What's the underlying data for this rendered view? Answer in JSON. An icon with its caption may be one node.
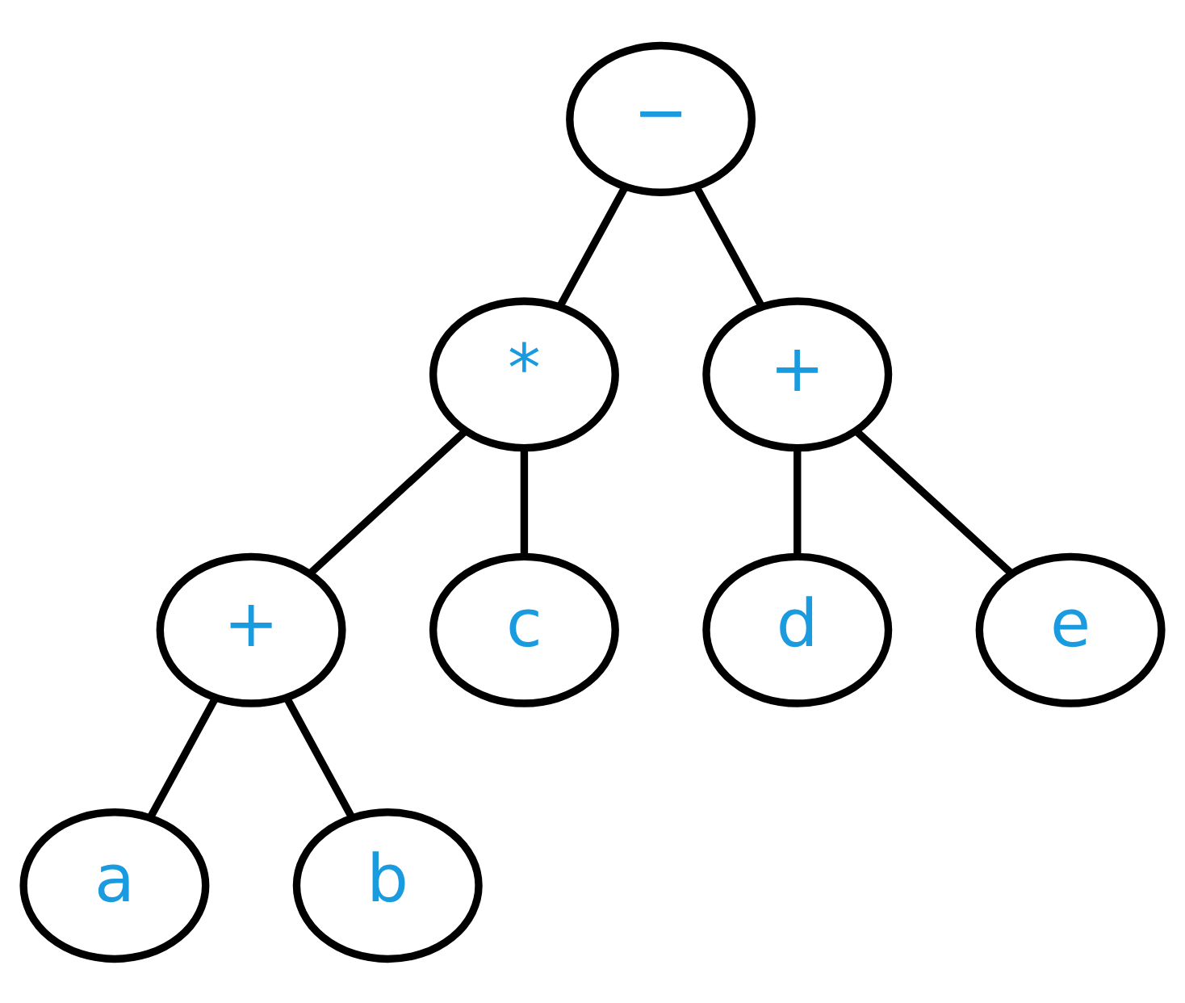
{
  "diagram": {
    "nodes": [
      {
        "text": [
          "−"
        ]
      },
      {
        "text": [
          "*"
        ]
      },
      {
        "text": [
          "+"
        ]
      },
      {
        "text": [
          "+"
        ]
      },
      {
        "text": [
          "c"
        ]
      },
      {
        "text": [
          "d"
        ]
      },
      {
        "text": [
          "e"
        ]
      },
      {
        "text": [
          "a"
        ]
      },
      {
        "text": [
          "b"
        ]
      }
    ],
    "edges": [
      {
        "from": 0,
        "to": 1,
        "arrow": "none"
      },
      {
        "from": 0,
        "to": 2,
        "arrow": "none"
      },
      {
        "from": 1,
        "to": 3,
        "arrow": "none"
      },
      {
        "from": 1,
        "to": 4,
        "arrow": "none"
      },
      {
        "from": 2,
        "to": 5,
        "arrow": "none"
      },
      {
        "from": 2,
        "to": 6,
        "arrow": "none"
      },
      {
        "from": 3,
        "to": 7,
        "arrow": "none"
      },
      {
        "from": 3,
        "to": 8,
        "arrow": "none"
      }
    ]
  }
}
